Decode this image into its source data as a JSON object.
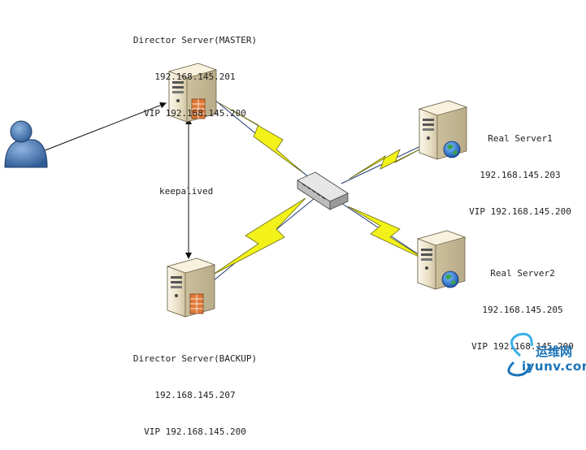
{
  "master": {
    "name": "Director Server(MASTER)",
    "ip": "192.168.145.201",
    "vip": "VIP 192.168.145.200"
  },
  "backup": {
    "name": "Director Server(BACKUP)",
    "ip": "192.168.145.207",
    "vip": "VIP 192.168.145.200"
  },
  "real1": {
    "name": "Real Server1",
    "ip": "192.168.145.203",
    "vip": "VIP 192.168.145.200"
  },
  "real2": {
    "name": "Real Server2",
    "ip": "192.168.145.205",
    "vip": "VIP 192.168.145.200"
  },
  "link_label": "keepalived",
  "watermark": {
    "line1": "运维网",
    "line2": "iyunv.com"
  },
  "colors": {
    "lightning": "#f2f21a",
    "lightning_stroke": "#6b6b10",
    "link_line": "#1f3b73",
    "user_fill": "#4a7ab5",
    "server_body": "#efe6cf"
  }
}
